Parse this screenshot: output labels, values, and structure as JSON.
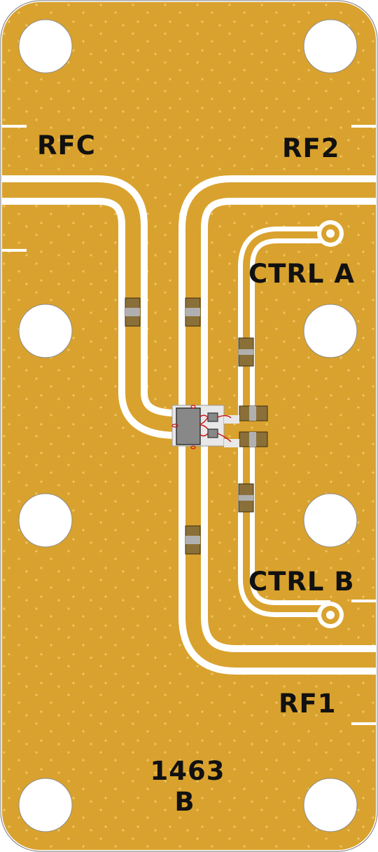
{
  "board": {
    "part_number": "1463",
    "revision": "B",
    "colors": {
      "copper": "#d9a22e",
      "gap": "#ffffff",
      "via": "#e9c15f",
      "component_body": "#8a7038",
      "component_cap": "#a8a8a8",
      "chip": "#888888",
      "bond_wire": "#cc1111",
      "label": "#111111"
    }
  },
  "ports": {
    "rfc": "RFC",
    "rf1": "RF1",
    "rf2": "RF2",
    "ctrl_a": "CTRL A",
    "ctrl_b": "CTRL B"
  }
}
